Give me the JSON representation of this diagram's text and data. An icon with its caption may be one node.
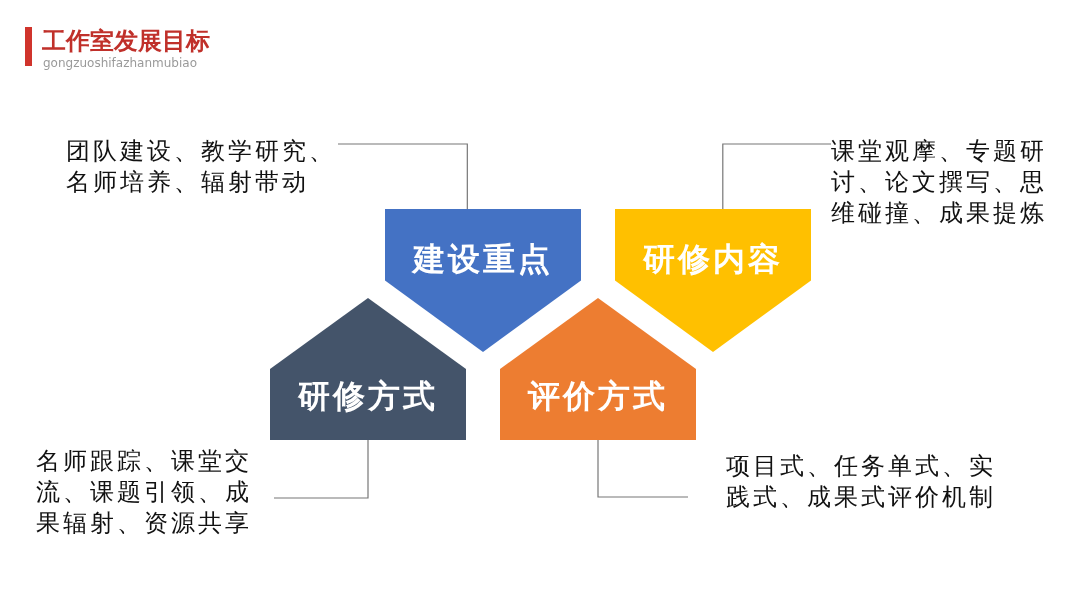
{
  "diagram": {
    "title": "工作室发展目标",
    "nodes": [
      {
        "text": [
          "建设重点"
        ]
      },
      {
        "text": [
          "研修内容"
        ]
      },
      {
        "text": [
          "研修方式"
        ]
      },
      {
        "text": [
          "评价方式"
        ]
      },
      {
        "text": [
          "团队建设、教学研究、名师培养、辐射带动"
        ]
      },
      {
        "text": [
          "课堂观摩、专题研讨、论文撰写、思维碰撞、成果提炼"
        ]
      },
      {
        "text": [
          "名师跟踪、课堂交流、课题引领、成果辐射、资源共享"
        ]
      },
      {
        "text": [
          "项目式、任务单式、实践式、成果式评价机制"
        ]
      }
    ],
    "edges": [
      {
        "from": 4,
        "to": 0,
        "arrow": "none"
      },
      {
        "from": 5,
        "to": 1,
        "arrow": "none"
      },
      {
        "from": 6,
        "to": 2,
        "arrow": "none"
      },
      {
        "from": 7,
        "to": 3,
        "arrow": "none"
      }
    ],
    "labels": [
      "gongzuoshifazhanmubiao"
    ]
  }
}
